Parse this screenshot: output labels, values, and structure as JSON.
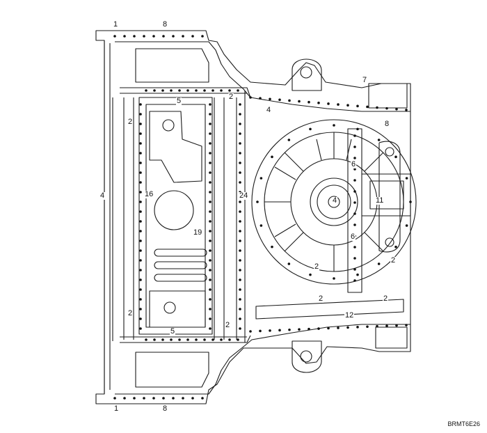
{
  "figure": {
    "code": "BRMT6E26",
    "callouts": [
      {
        "id": "c1",
        "text": "1"
      },
      {
        "id": "c2",
        "text": "8"
      },
      {
        "id": "c3",
        "text": "2"
      },
      {
        "id": "c4",
        "text": "5"
      },
      {
        "id": "c5",
        "text": "2"
      },
      {
        "id": "c6",
        "text": "4"
      },
      {
        "id": "c7",
        "text": "7"
      },
      {
        "id": "c8",
        "text": "8"
      },
      {
        "id": "c9",
        "text": "4"
      },
      {
        "id": "c10",
        "text": "6"
      },
      {
        "id": "c11",
        "text": "16"
      },
      {
        "id": "c12",
        "text": "24"
      },
      {
        "id": "c13",
        "text": "4"
      },
      {
        "id": "c14",
        "text": "11"
      },
      {
        "id": "c15",
        "text": "19"
      },
      {
        "id": "c16",
        "text": "6"
      },
      {
        "id": "c17",
        "text": "2"
      },
      {
        "id": "c18",
        "text": "2"
      },
      {
        "id": "c19",
        "text": "2"
      },
      {
        "id": "c20",
        "text": "2"
      },
      {
        "id": "c21",
        "text": "12"
      },
      {
        "id": "c22",
        "text": "2"
      },
      {
        "id": "c23",
        "text": "5"
      },
      {
        "id": "c24",
        "text": "2"
      },
      {
        "id": "c25",
        "text": "1"
      },
      {
        "id": "c26",
        "text": "8"
      }
    ],
    "colors": {
      "line": "#1a1a1a",
      "background": "#ffffff",
      "weld_dot": "#111111"
    }
  }
}
